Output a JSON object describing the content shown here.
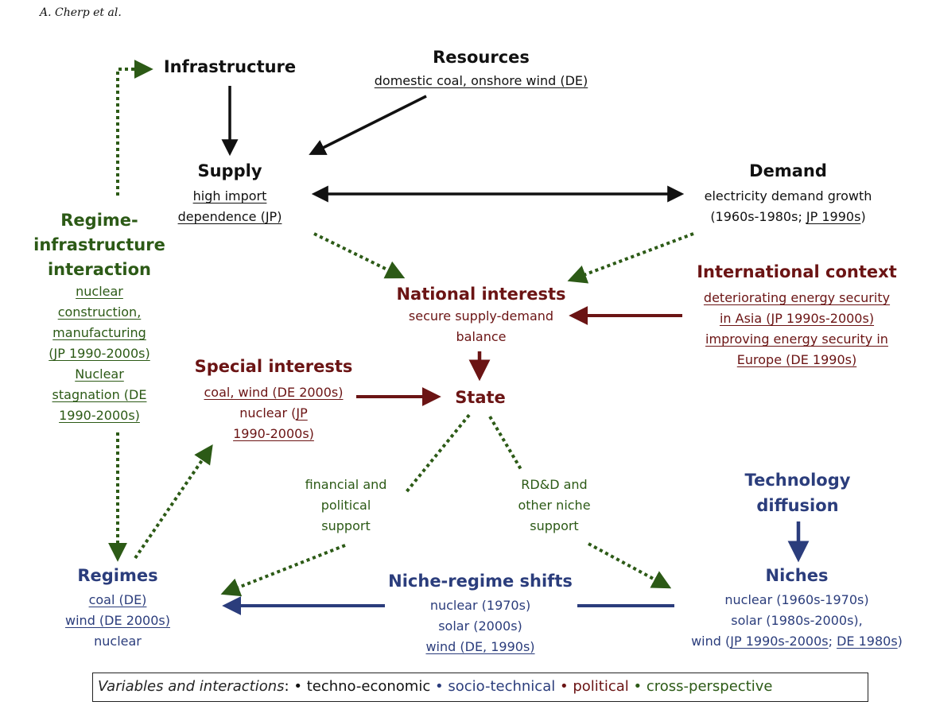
{
  "header": {
    "author": "A. Cherp et al."
  },
  "nodes": {
    "infrastructure": {
      "title": "Infrastructure"
    },
    "resources": {
      "title": "Resources",
      "lines": [
        "domestic coal, onshore wind (DE)"
      ]
    },
    "supply": {
      "title": "Supply",
      "lines": [
        "high import",
        "dependence (JP)"
      ]
    },
    "demand": {
      "title": "Demand",
      "lines": [
        "electricity demand growth",
        "(1960s-1980s; ",
        "JP 1990s",
        ")"
      ]
    },
    "regime_infrastructure": {
      "title_lines": [
        "Regime-",
        "infrastructure",
        "interaction"
      ],
      "lines": [
        "nuclear",
        "construction,",
        "manufacturing",
        "(JP 1990-2000s)",
        "Nuclear",
        "stagnation (DE",
        "1990-2000s)"
      ]
    },
    "national_interests": {
      "title": "National interests",
      "lines": [
        "secure supply-demand",
        "balance"
      ]
    },
    "international_context": {
      "title": "International context",
      "lines": [
        "deteriorating energy security",
        "in Asia (JP 1990s-2000s)",
        "improving energy security in",
        "Europe (DE 1990s)"
      ]
    },
    "special_interests": {
      "title": "Special interests",
      "lines": [
        "coal, wind (DE 2000s)",
        "nuclear (",
        "JP",
        "1990-2000s)"
      ]
    },
    "state": {
      "title": "State"
    },
    "financial_support": {
      "lines": [
        "financial and",
        "political",
        "support"
      ]
    },
    "rdd_support": {
      "lines": [
        "RD&D and",
        "other niche",
        "support"
      ]
    },
    "technology_diffusion": {
      "title_lines": [
        "Technology",
        "diffusion"
      ]
    },
    "regimes": {
      "title": "Regimes",
      "lines": [
        "coal (DE)",
        "wind (DE 2000s)",
        "nuclear"
      ]
    },
    "niche_regime_shifts": {
      "title": "Niche-regime shifts",
      "lines": [
        "nuclear (1970s)",
        "solar (2000s)",
        "wind (DE, 1990s)"
      ]
    },
    "niches": {
      "title": "Niches",
      "lines": [
        "nuclear (1960s-1970s)",
        "solar (1980s-2000s),",
        "wind (",
        "JP 1990s-2000s",
        "; ",
        "DE 1980s",
        ")"
      ]
    }
  },
  "legend": {
    "prefix": "Variables and interactions",
    "colon": ": ",
    "bullet": "•",
    "items": [
      "techno-economic",
      "socio-technical",
      "political",
      "cross-perspective"
    ]
  },
  "colors": {
    "techno_economic": "#111111",
    "socio_technical": "#2b3d7c",
    "political": "#6b1414",
    "cross_perspective": "#2c5a16"
  }
}
